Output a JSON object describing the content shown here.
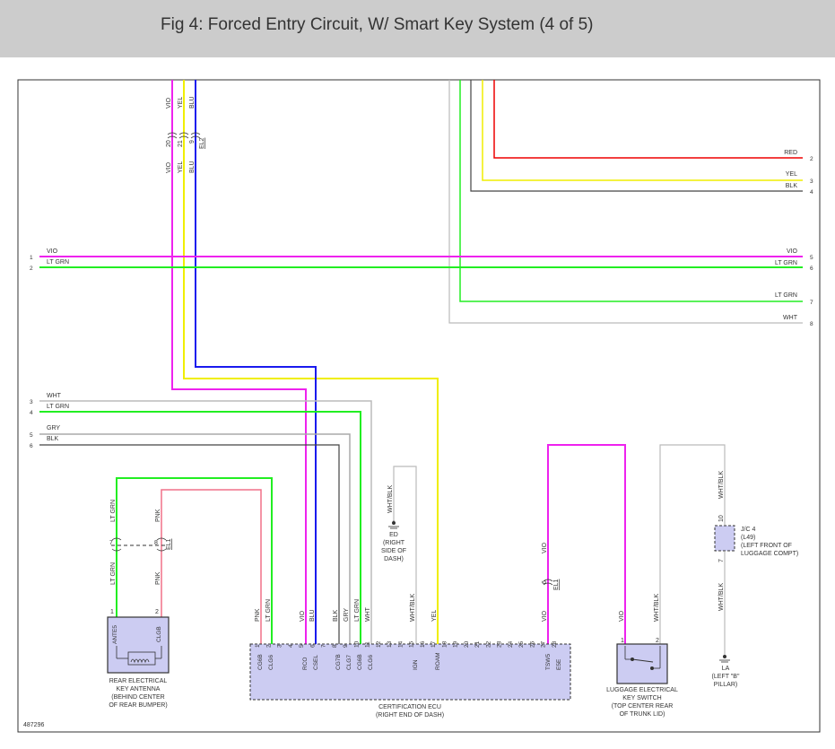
{
  "title": "Fig 4: Forced Entry Circuit, W/ Smart Key System (4 of 5)",
  "colors": {
    "vio": "#ee22ee",
    "yel": "#f0ee00",
    "blu": "#1a1aee",
    "red": "#ee0000",
    "blk": "#333333",
    "ltgrn": "#22ee22",
    "wht": "#bbbbbb",
    "gry": "#aaaaaa",
    "pnk": "#f07088",
    "component_fill": "#ccccf2"
  },
  "top_wires": {
    "vio": "VIO",
    "yel": "YEL",
    "blu": "BLU",
    "pin_vio": "20",
    "pin_yel": "21",
    "pin_blu": "9",
    "connector": "EL2"
  },
  "right_top": {
    "red_label": "RED",
    "red_pin": "2",
    "yel_label": "YEL",
    "yel_pin": "3",
    "blk_label": "BLK",
    "blk_pin": "4",
    "vio_label": "VIO",
    "vio_pin": "5",
    "ltgrn1_label": "LT GRN",
    "ltgrn1_pin": "6",
    "ltgrn2_label": "LT GRN",
    "ltgrn2_pin": "7",
    "wht_label": "WHT",
    "wht_pin": "8"
  },
  "left_wires": {
    "vio_label": "VIO",
    "vio_pin": "1",
    "ltgrn_label": "LT GRN",
    "ltgrn_pin": "2",
    "wht_label": "WHT",
    "wht_pin": "3",
    "ltgrn2_label": "LT GRN",
    "ltgrn2_pin": "4",
    "gry_label": "GRY",
    "gry_pin": "5",
    "blk_label": "BLK",
    "blk_pin": "6"
  },
  "rear_antenna": {
    "name_lines": [
      "REAR ELECTRICAL",
      "KEY ANTENNA",
      "(BEHIND CENTER",
      "OF REAR BUMPER)"
    ],
    "pin1": "ANTE5",
    "pin2": "CLGB",
    "pin1_num": "1",
    "pin2_num": "2",
    "wire1": "LT GRN",
    "wire2": "PNK",
    "conn_pin7": "7",
    "conn_pin8": "8",
    "connector": "EL1"
  },
  "ground_ed": {
    "wire": "WHT/BLK",
    "name_lines": [
      "ED",
      "(RIGHT",
      "SIDE OF",
      "DASH)"
    ]
  },
  "cert_ecu": {
    "name_lines": [
      "CERTIFICATION ECU",
      "(RIGHT END OF DASH)"
    ],
    "pin_numbers": [
      "1",
      "2",
      "3",
      "4",
      "5",
      "6",
      "7",
      "8",
      "9",
      "10",
      "11",
      "12",
      "13",
      "14",
      "15",
      "16",
      "17",
      "18",
      "19",
      "20",
      "21",
      "22",
      "23",
      "24",
      "25",
      "26",
      "27",
      "28"
    ],
    "terminals": {
      "p1": "CG6B",
      "p2": "CLG6",
      "p5": "RCO",
      "p6": "CSEL",
      "p8": "CG7B",
      "p9": "CLG7",
      "p10": "CG6B",
      "p11": "CLG6",
      "p15": "IGN",
      "p17": "ROAM",
      "p27": "TSW5",
      "p28": "E5E"
    },
    "wire_labels": {
      "pnk": "PNK",
      "ltgrn": "LT GRN",
      "vio": "VIO",
      "blu": "BLU",
      "blk": "BLK",
      "gry": "GRY",
      "ltgrn2": "LT GRN",
      "wht": "WHT",
      "whtblk": "WHT/BLK",
      "yel": "YEL",
      "vio2": "VIO"
    }
  },
  "tsw_connector": {
    "pin": "6",
    "name": "EL1",
    "wire_above": "VIO"
  },
  "luggage_switch": {
    "name_lines": [
      "LUGGAGE ELECTRICAL",
      "KEY SWITCH",
      "(TOP CENTER REAR",
      "OF TRUNK LID)"
    ],
    "wire1": "VIO",
    "wire2": "WHT/BLK",
    "pin1": "1",
    "pin2": "2"
  },
  "jc4": {
    "name_lines": [
      "J/C 4",
      "(L49)",
      "(LEFT FRONT OF",
      "LUGGAGE COMPT)"
    ],
    "wire_top": "WHT/BLK",
    "wire_bottom": "WHT/BLK",
    "pin_top": "10",
    "pin_bottom": "7"
  },
  "ground_la": {
    "name_lines": [
      "LA",
      "(LEFT \"B\"",
      "PILLAR)"
    ]
  },
  "figure_number": "487296"
}
